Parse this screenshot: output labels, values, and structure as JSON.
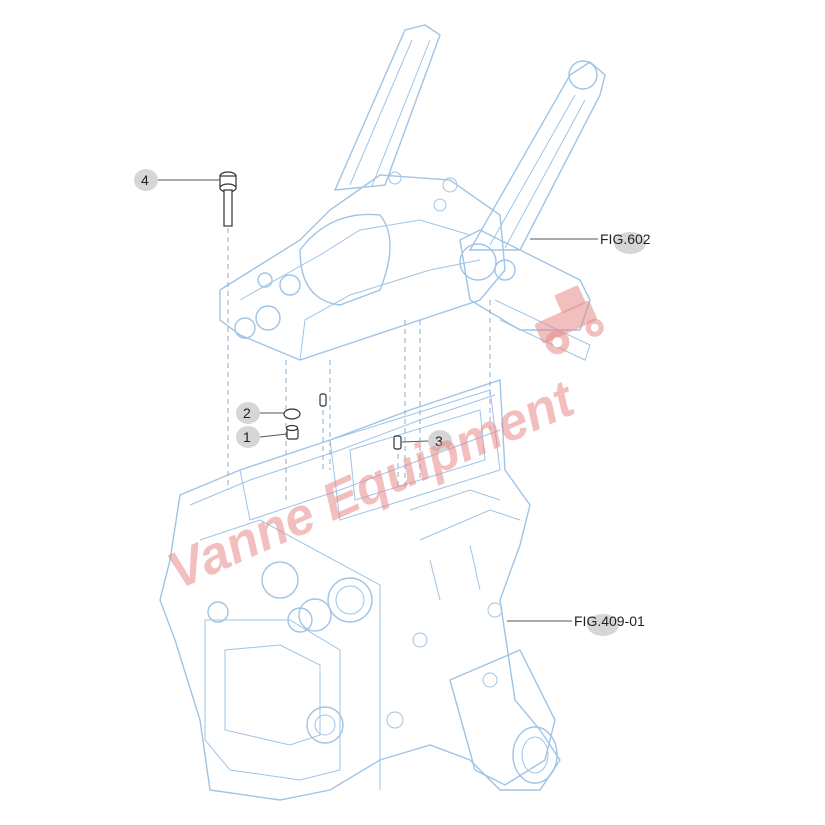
{
  "callouts": [
    {
      "number": "1"
    },
    {
      "number": "2"
    },
    {
      "number": "3"
    },
    {
      "number": "4"
    }
  ],
  "figure_refs": {
    "upper": "FIG.602",
    "lower": "FIG.409-01"
  },
  "watermark": "Vanne Equipment",
  "colors": {
    "line_art": "#9fc4e6",
    "watermark": "#e88a8a",
    "parts": "#333333"
  }
}
